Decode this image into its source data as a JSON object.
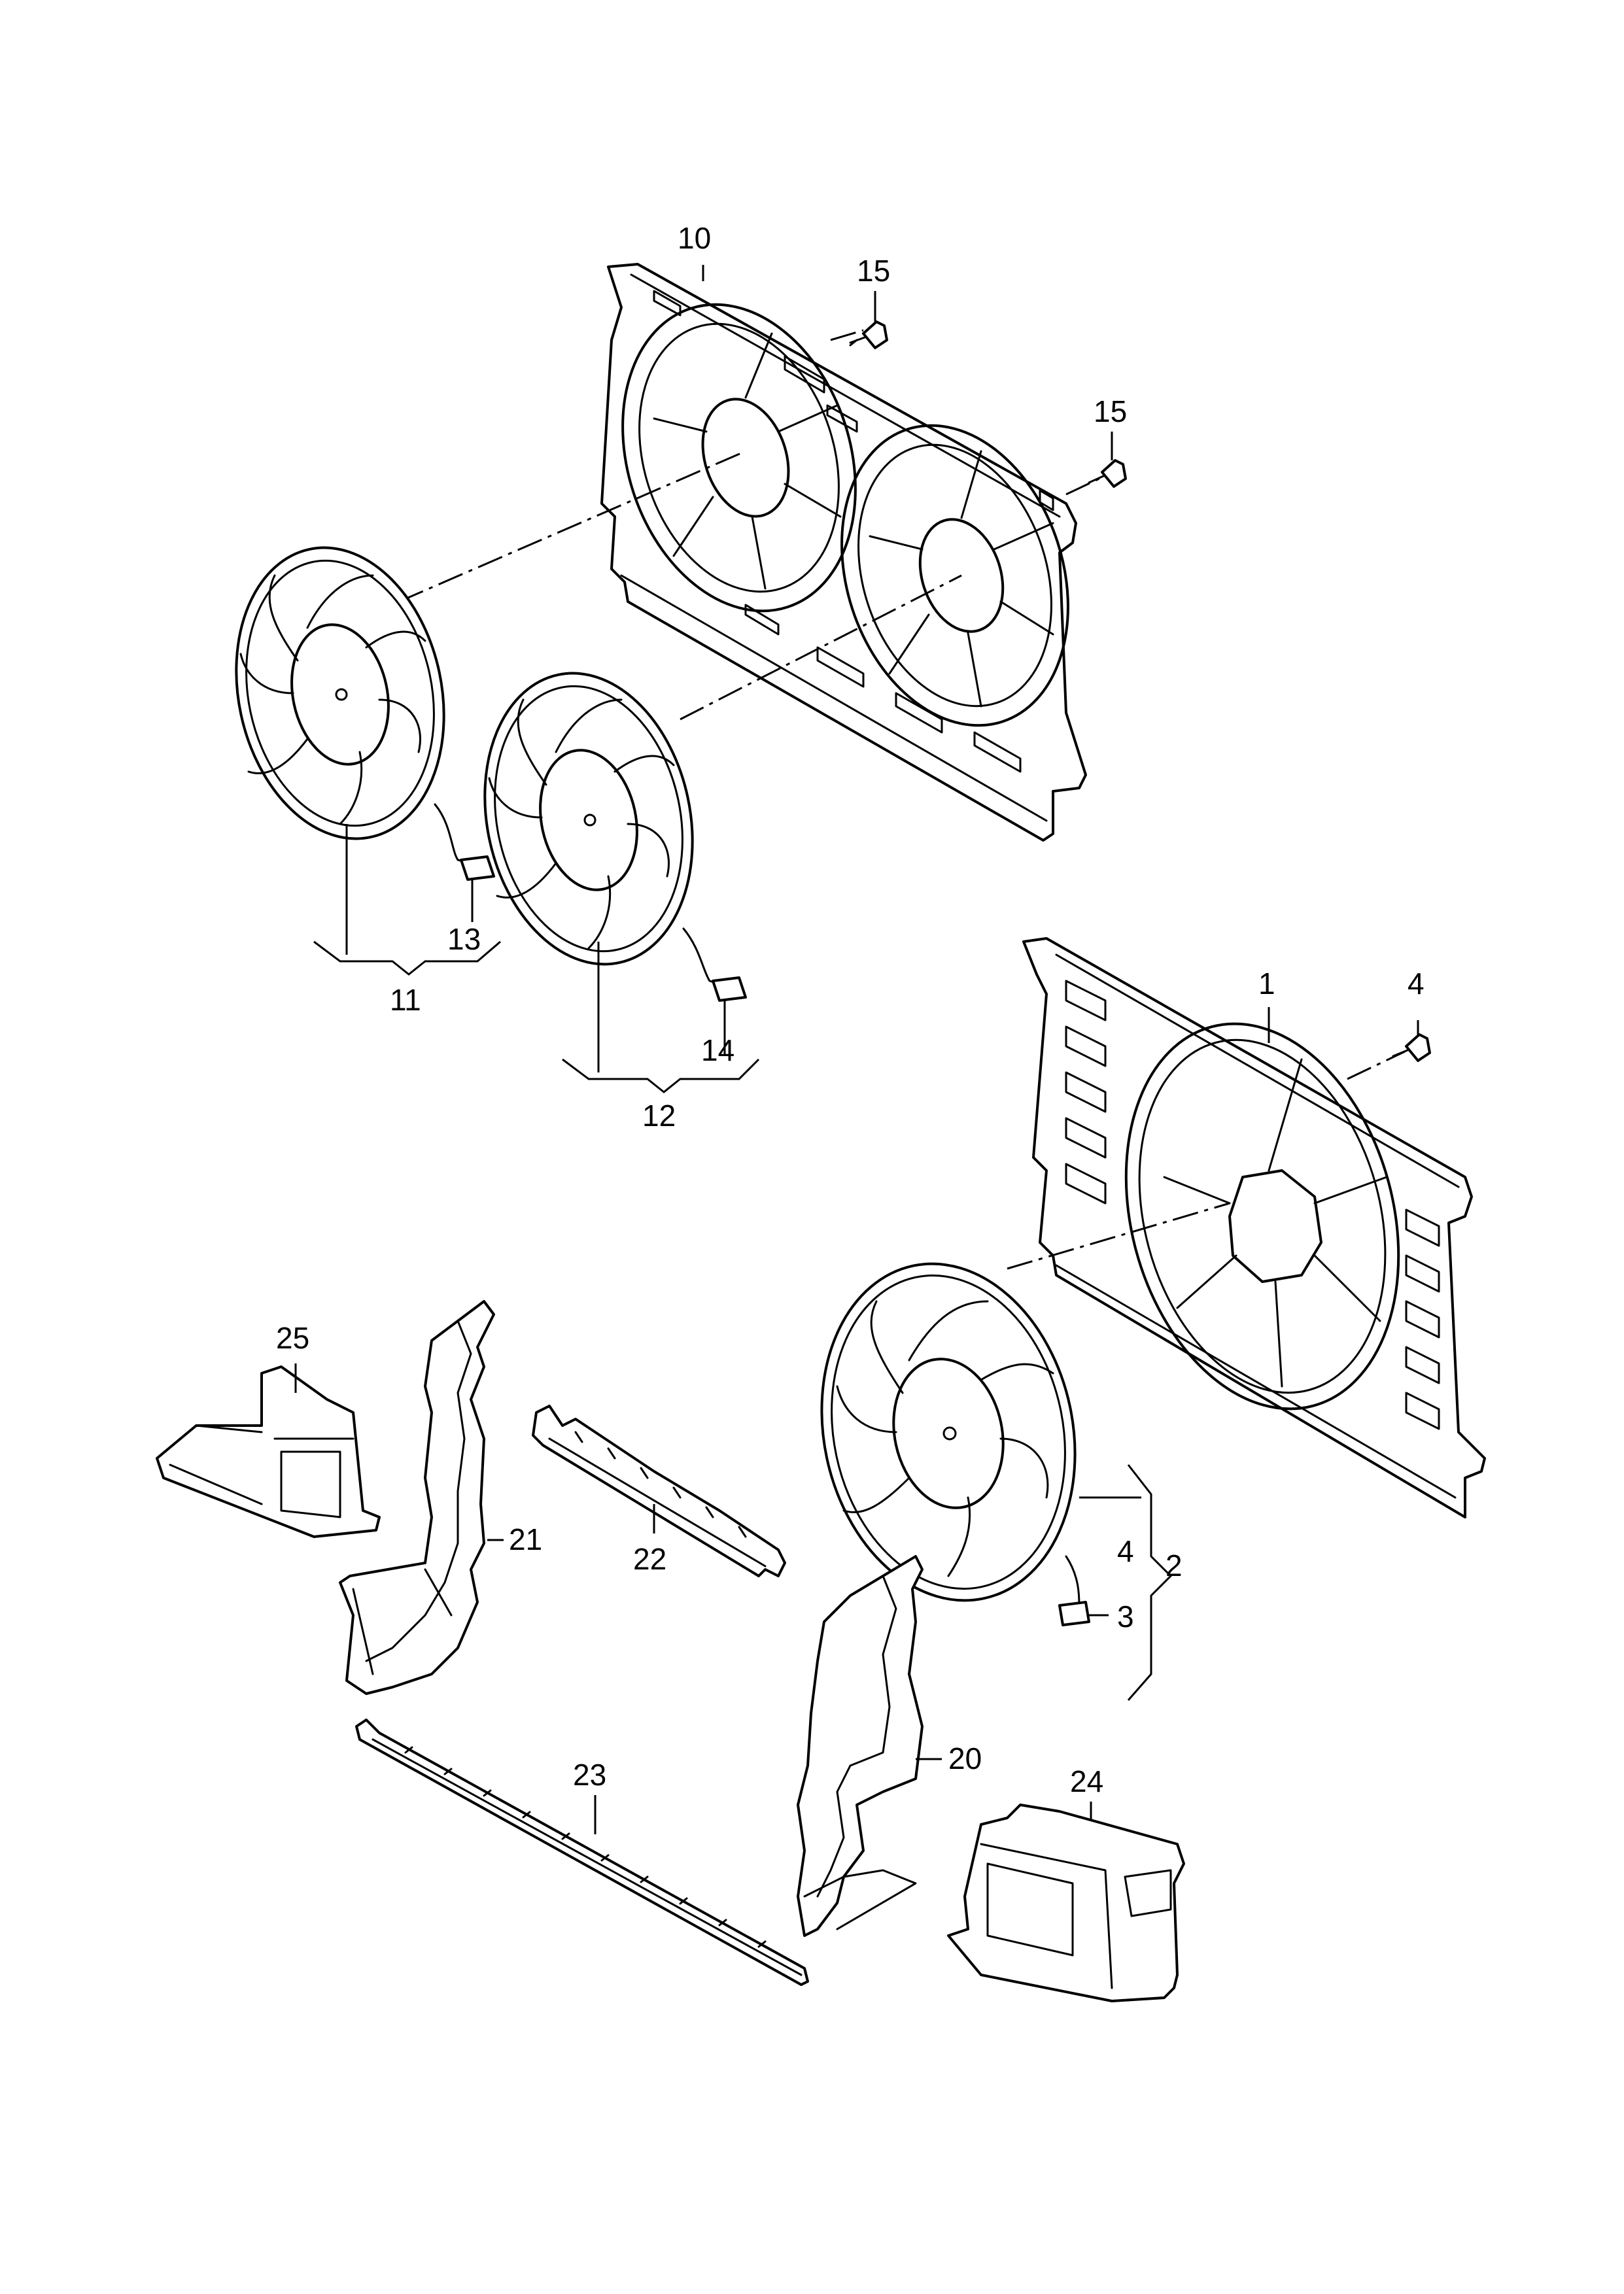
{
  "callouts": [
    {
      "id": "c10",
      "label": "10"
    },
    {
      "id": "c15a",
      "label": "15"
    },
    {
      "id": "c15b",
      "label": "15"
    },
    {
      "id": "c11",
      "label": "11"
    },
    {
      "id": "c13",
      "label": "13"
    },
    {
      "id": "c12",
      "label": "12"
    },
    {
      "id": "c14",
      "label": "14"
    },
    {
      "id": "c1",
      "label": "1"
    },
    {
      "id": "c4a",
      "label": "4"
    },
    {
      "id": "c4b",
      "label": "4"
    },
    {
      "id": "c2",
      "label": "2"
    },
    {
      "id": "c3",
      "label": "3"
    },
    {
      "id": "c25",
      "label": "25"
    },
    {
      "id": "c21",
      "label": "21"
    },
    {
      "id": "c22",
      "label": "22"
    },
    {
      "id": "c23",
      "label": "23"
    },
    {
      "id": "c20",
      "label": "20"
    },
    {
      "id": "c24",
      "label": "24"
    }
  ]
}
